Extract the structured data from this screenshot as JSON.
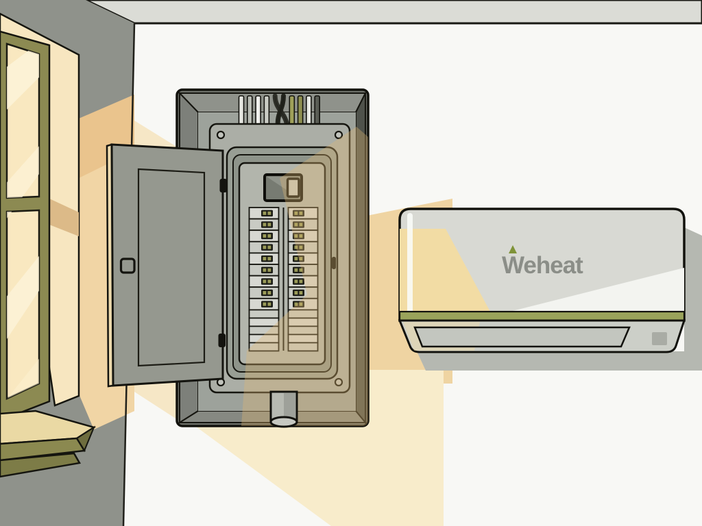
{
  "ac_unit": {
    "brand_label": "Weheat",
    "brand_color": "#8b8e88",
    "accent_color": "#7f9338",
    "stripe_color": "#9aa35b",
    "body_color": "#d8d9d3",
    "vent_color": "#c3c6bf",
    "indicator_color": "#a9aca5"
  },
  "breaker_panel": {
    "columns": 2,
    "rows_with_switches": 9,
    "empty_rows": 5,
    "row_color_a": "#d7d8d2",
    "row_color_b": "#c9cbc4",
    "switch_color": "#1d1e18",
    "switch_dot_color": "#9a9b58",
    "wire_colors": [
      "#e6e7e1",
      "#b9bcb4",
      "#f1f1ed",
      "#caccc5",
      "#2e2f28",
      "#23241d",
      "#9fa059",
      "#8f9050",
      "#ebece6",
      "#5a5d55"
    ]
  },
  "palette": {
    "ceiling": "#dbdcd6",
    "side_wall": "#8f928b",
    "front_wall": "#f8f8f5",
    "sun_deep": "#eac48d",
    "sun_mid": "#f1d5a5",
    "sun_pale": "#f7e6c0",
    "sun_pool": "#f8eccb",
    "window_frame": "#8c8a52",
    "window_sill": "#8b8950",
    "glass": "#f9e8c0",
    "panel_box": "#6e716a",
    "panel_front": "#9da29b",
    "panel_mount": "#abaea6",
    "panel_face": "#b2b5ac",
    "door": "#95988f",
    "outline": "#14140f",
    "shadow": "#b5b8b1"
  }
}
